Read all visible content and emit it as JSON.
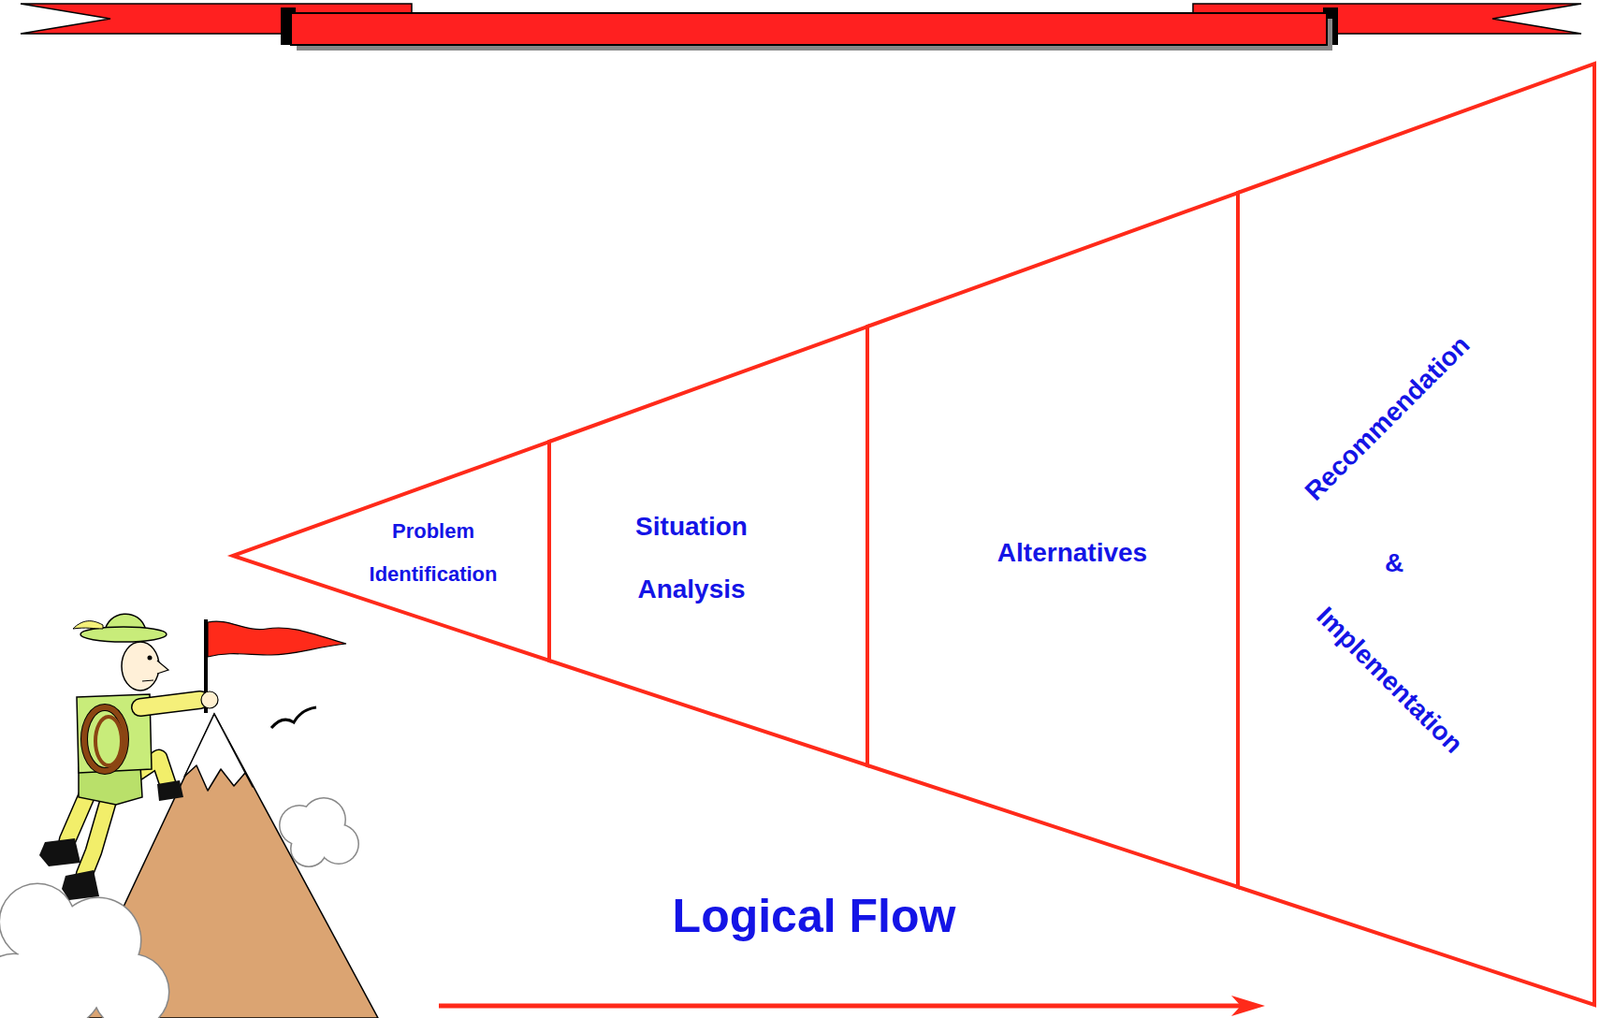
{
  "diagram": {
    "nodes": [
      {
        "text": [
          "Problem Identification"
        ]
      },
      {
        "text": [
          "Situation Analysis"
        ]
      },
      {
        "text": [
          "Alternatives"
        ]
      },
      {
        "text": [
          "Recommendation",
          "&",
          "Implementation"
        ]
      }
    ],
    "labels": [
      "Logical Flow"
    ]
  }
}
